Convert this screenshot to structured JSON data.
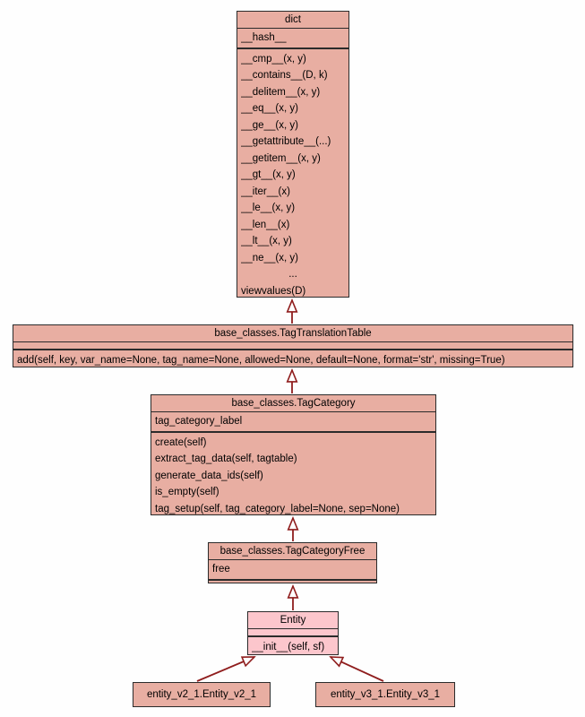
{
  "diagram": {
    "type": "uml-class-diagram",
    "colors": {
      "background": "#fefefe",
      "box_fill": "#e8aea2",
      "highlight_fill": "#fcc6cc",
      "border": "#2b2b2b",
      "arrow": "#8f1d1d",
      "text": "#000000"
    },
    "classes": {
      "dict": {
        "title": "dict",
        "attributes": [
          "__hash__"
        ],
        "methods": [
          "__cmp__(x, y)",
          "__contains__(D, k)",
          "__delitem__(x, y)",
          "__eq__(x, y)",
          "__ge__(x, y)",
          "__getattribute__(...)",
          "__getitem__(x, y)",
          "__gt__(x, y)",
          "__iter__(x)",
          "__le__(x, y)",
          "__len__(x)",
          "__lt__(x, y)",
          "__ne__(x, y)",
          "...",
          "viewvalues(D)"
        ]
      },
      "tag_translation_table": {
        "title": "base_classes.TagTranslationTable",
        "attributes": [],
        "methods": [
          "add(self, key, var_name=None, tag_name=None, allowed=None, default=None, format='str', missing=True)"
        ]
      },
      "tag_category": {
        "title": "base_classes.TagCategory",
        "attributes": [
          "tag_category_label"
        ],
        "methods": [
          "create(self)",
          "extract_tag_data(self, tagtable)",
          "generate_data_ids(self)",
          "is_empty(self)",
          "tag_setup(self, tag_category_label=None, sep=None)"
        ]
      },
      "tag_category_free": {
        "title": "base_classes.TagCategoryFree",
        "attributes": [
          "free"
        ],
        "methods": []
      },
      "entity": {
        "title": "Entity",
        "attributes": [],
        "methods": [
          "__init__(self, sf)"
        ]
      },
      "entity_v2_1": {
        "title": "entity_v2_1.Entity_v2_1"
      },
      "entity_v3_1": {
        "title": "entity_v3_1.Entity_v3_1"
      }
    },
    "relations": [
      {
        "child": "base_classes.TagTranslationTable",
        "parent": "dict",
        "type": "inheritance"
      },
      {
        "child": "base_classes.TagCategory",
        "parent": "base_classes.TagTranslationTable",
        "type": "inheritance"
      },
      {
        "child": "base_classes.TagCategoryFree",
        "parent": "base_classes.TagCategory",
        "type": "inheritance"
      },
      {
        "child": "Entity",
        "parent": "base_classes.TagCategoryFree",
        "type": "inheritance"
      },
      {
        "child": "entity_v2_1.Entity_v2_1",
        "parent": "Entity",
        "type": "inheritance"
      },
      {
        "child": "entity_v3_1.Entity_v3_1",
        "parent": "Entity",
        "type": "inheritance"
      }
    ]
  }
}
